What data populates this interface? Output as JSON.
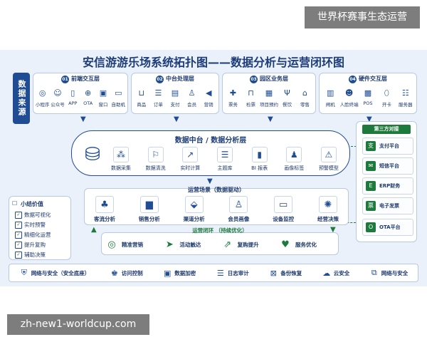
{
  "top_badge": "世界杯赛事生态运营",
  "bottom_badge": "zh-new1-worldcup.com",
  "title": "安信游游乐场系统拓扑图——数据分析与运营闭环图",
  "data_source_label": "数据来源",
  "layers": [
    {
      "num": "01",
      "name": "前端交互层",
      "items": [
        {
          "label": "小程序",
          "icon": "wechat-icon"
        },
        {
          "label": "公众号",
          "icon": "account-icon"
        },
        {
          "label": "APP",
          "icon": "phone-icon"
        },
        {
          "label": "OTA",
          "icon": "globe-icon"
        },
        {
          "label": "窗口",
          "icon": "window-icon"
        },
        {
          "label": "自助机",
          "icon": "kiosk-icon"
        }
      ]
    },
    {
      "num": "02",
      "name": "中台处理层",
      "items": [
        {
          "label": "商品",
          "icon": "bag-icon"
        },
        {
          "label": "订单",
          "icon": "order-icon"
        },
        {
          "label": "支付",
          "icon": "card-icon"
        },
        {
          "label": "会员",
          "icon": "member-icon"
        },
        {
          "label": "营销",
          "icon": "megaphone-icon"
        }
      ]
    },
    {
      "num": "03",
      "name": "园区业务层",
      "items": [
        {
          "label": "票务",
          "icon": "ticket-icon"
        },
        {
          "label": "检票",
          "icon": "gate-icon"
        },
        {
          "label": "项目预约",
          "icon": "calendar-icon"
        },
        {
          "label": "餐饮",
          "icon": "fork-icon"
        },
        {
          "label": "零售",
          "icon": "shop-icon"
        }
      ]
    },
    {
      "num": "04",
      "name": "硬件交互层",
      "items": [
        {
          "label": "闸机",
          "icon": "turnstile-icon"
        },
        {
          "label": "人脸终端",
          "icon": "face-icon"
        },
        {
          "label": "POS",
          "icon": "pos-icon"
        },
        {
          "label": "开卡",
          "icon": "bracelet-icon"
        },
        {
          "label": "服务器",
          "icon": "server-icon"
        }
      ]
    }
  ],
  "data_center": {
    "title": "数据中台 / 数据分析层",
    "items": [
      {
        "label": "数据采集",
        "icon": "collect-icon"
      },
      {
        "label": "数据清洗",
        "icon": "broom-icon"
      },
      {
        "label": "实时计算",
        "icon": "trend-icon"
      },
      {
        "label": "主题库",
        "icon": "library-icon"
      },
      {
        "label": "BI 报表",
        "icon": "bar-chart-icon"
      },
      {
        "label": "画像标签",
        "icon": "persona-icon"
      },
      {
        "label": "预警模型",
        "icon": "warning-icon"
      }
    ]
  },
  "third_party": {
    "title": "第三方对接",
    "items": [
      {
        "label": "支付平台",
        "icon": "pay-icon",
        "glyph": "支"
      },
      {
        "label": "短信平台",
        "icon": "sms-icon",
        "glyph": "✉"
      },
      {
        "label": "ERP财务",
        "icon": "erp-icon",
        "glyph": "E"
      },
      {
        "label": "电子发票",
        "icon": "invoice-icon",
        "glyph": "票"
      },
      {
        "label": "OTA平台",
        "icon": "ota-icon",
        "glyph": "O"
      }
    ]
  },
  "summary": {
    "title": "小结价值",
    "items": [
      "数据可视化",
      "实时预警",
      "精细化运营",
      "提升复购",
      "辅助决策"
    ]
  },
  "scene": {
    "title": "运营场景（数据驱动）",
    "items": [
      {
        "label": "客流分析",
        "icon": "crowd-icon"
      },
      {
        "label": "销售分析",
        "icon": "sales-icon"
      },
      {
        "label": "渠道分析",
        "icon": "channel-icon"
      },
      {
        "label": "会员画像",
        "icon": "profile-icon"
      },
      {
        "label": "设备监控",
        "icon": "monitor-icon"
      },
      {
        "label": "经营决策",
        "icon": "bulb-icon"
      }
    ]
  },
  "loop": {
    "title": "运营闭环 （持续优化）",
    "items": [
      {
        "label": "精准营销",
        "icon": "target-icon"
      },
      {
        "label": "活动触达",
        "icon": "send-icon"
      },
      {
        "label": "复购提升",
        "icon": "growth-icon"
      },
      {
        "label": "服务优化",
        "icon": "heart-hand-icon"
      }
    ]
  },
  "bottom_bar": [
    {
      "label": "网络与安全（安全底座）",
      "icon": "shield-icon"
    },
    {
      "label": "访问控制",
      "icon": "access-icon"
    },
    {
      "label": "数据加密",
      "icon": "encrypt-icon"
    },
    {
      "label": "日志审计",
      "icon": "log-icon"
    },
    {
      "label": "备份恢复",
      "icon": "backup-icon"
    },
    {
      "label": "云安全",
      "icon": "cloud-icon"
    },
    {
      "label": "网络与安全",
      "icon": "network-icon"
    }
  ],
  "colors": {
    "navy": "#1f4c93",
    "green": "#1e7a3c",
    "panel": "#eaf1fa"
  }
}
